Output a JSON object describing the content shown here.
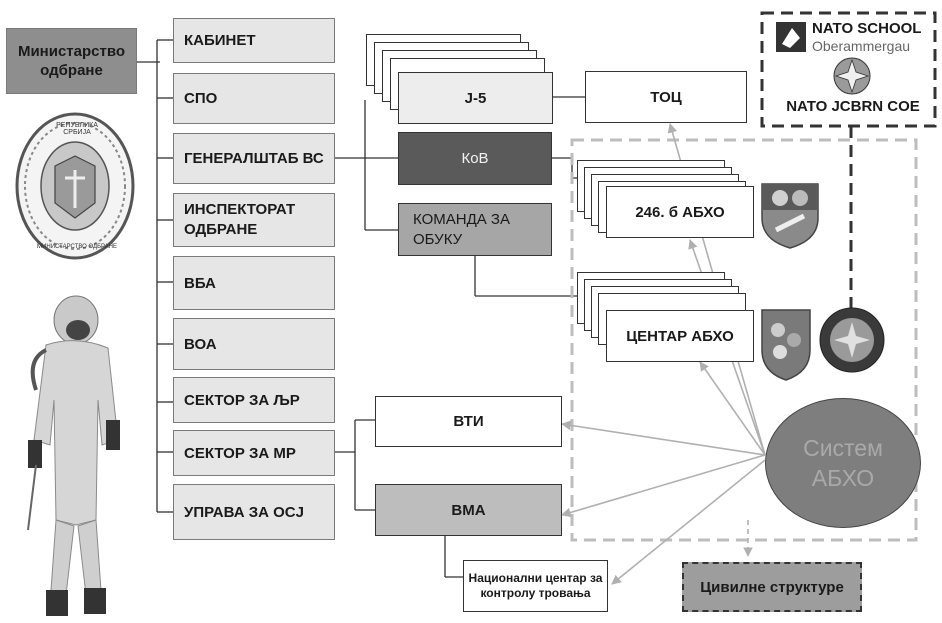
{
  "root": {
    "line1": "Министарство",
    "line2": "одбране"
  },
  "left_column": [
    {
      "line1": "КАБИНЕТ",
      "line2": ""
    },
    {
      "line1": "СПО",
      "line2": ""
    },
    {
      "line1": "ГЕНЕРАЛШТАБ ВС",
      "line2": ""
    },
    {
      "line1": "ИНСПЕКТОРАТ",
      "line2": "ОДБРАНЕ"
    },
    {
      "line1": "ВБА",
      "line2": ""
    },
    {
      "line1": "ВОА",
      "line2": ""
    },
    {
      "line1": "СЕКТОР ЗА ЉР",
      "line2": ""
    },
    {
      "line1": "СЕКТОР ЗА МР",
      "line2": ""
    },
    {
      "line1": "УПРАВА ЗА ОСЈ",
      "line2": ""
    }
  ],
  "middle": {
    "j5": "J-5",
    "kov": "КоВ",
    "komanda_line1": "КОМАНДА ЗА",
    "komanda_line2": "ОБУКУ",
    "vti": "ВТИ",
    "vma": "ВМА",
    "ncz_line1": "Национални центар за",
    "ncz_line2": "контролу тровања"
  },
  "right": {
    "toc": "ТОЦ",
    "b246": "246. б АБХО",
    "centar": "ЦЕНТАР АБХО",
    "sistem_line1": "Систем",
    "sistem_line2": "АБХО",
    "civilne": "Цивилне структуре"
  },
  "nato": {
    "school_line1": "NATO SCHOOL",
    "school_line2": "Oberammergau",
    "jcbrn": "NATO JCBRN COE"
  },
  "emblem": {
    "top_text": "РЕПУБЛИКА СРБИЈА",
    "bottom_text": "МИНИСТАРСТВО ОДБРАНЕ"
  }
}
